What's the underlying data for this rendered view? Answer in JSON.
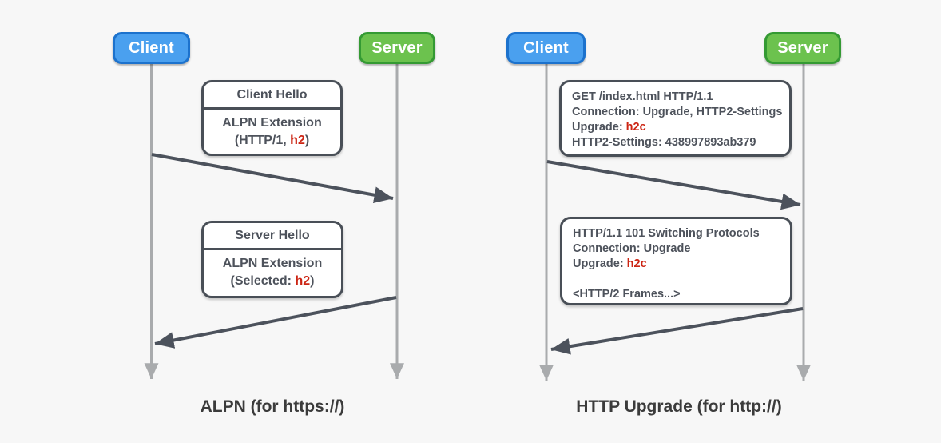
{
  "colors": {
    "background": "#f7f7f7",
    "client_fill": "#4aa0ef",
    "client_border": "#1c72cd",
    "server_fill": "#6cc24e",
    "server_border": "#349a33",
    "box_border": "#494f57",
    "box_text": "#4d525b",
    "highlight": "#cc2413",
    "lifeline": "#a9abad",
    "arrow": "#4c525c",
    "caption": "#3b3b3b"
  },
  "alpn": {
    "client_label": "Client",
    "server_label": "Server",
    "box1": {
      "header": "Client Hello",
      "line1": "ALPN Extension",
      "line2_prefix": "(HTTP/1, ",
      "line2_highlight": "h2",
      "line2_suffix": ")"
    },
    "box2": {
      "header": "Server Hello",
      "line1": "ALPN Extension",
      "line2_prefix": "(Selected: ",
      "line2_highlight": "h2",
      "line2_suffix": ")"
    },
    "caption": "ALPN (for https://)"
  },
  "upgrade": {
    "client_label": "Client",
    "server_label": "Server",
    "request": {
      "line1": "GET /index.html HTTP/1.1",
      "line2": "Connection: Upgrade, HTTP2-Settings",
      "line3_prefix": "Upgrade: ",
      "line3_highlight": "h2c",
      "line4": "HTTP2-Settings: 438997893ab379"
    },
    "response": {
      "line1": "HTTP/1.1 101 Switching Protocols",
      "line2": "Connection: Upgrade",
      "line3_prefix": "Upgrade: ",
      "line3_highlight": "h2c",
      "line5": "<HTTP/2 Frames...>"
    },
    "caption": "HTTP Upgrade (for http://)"
  }
}
